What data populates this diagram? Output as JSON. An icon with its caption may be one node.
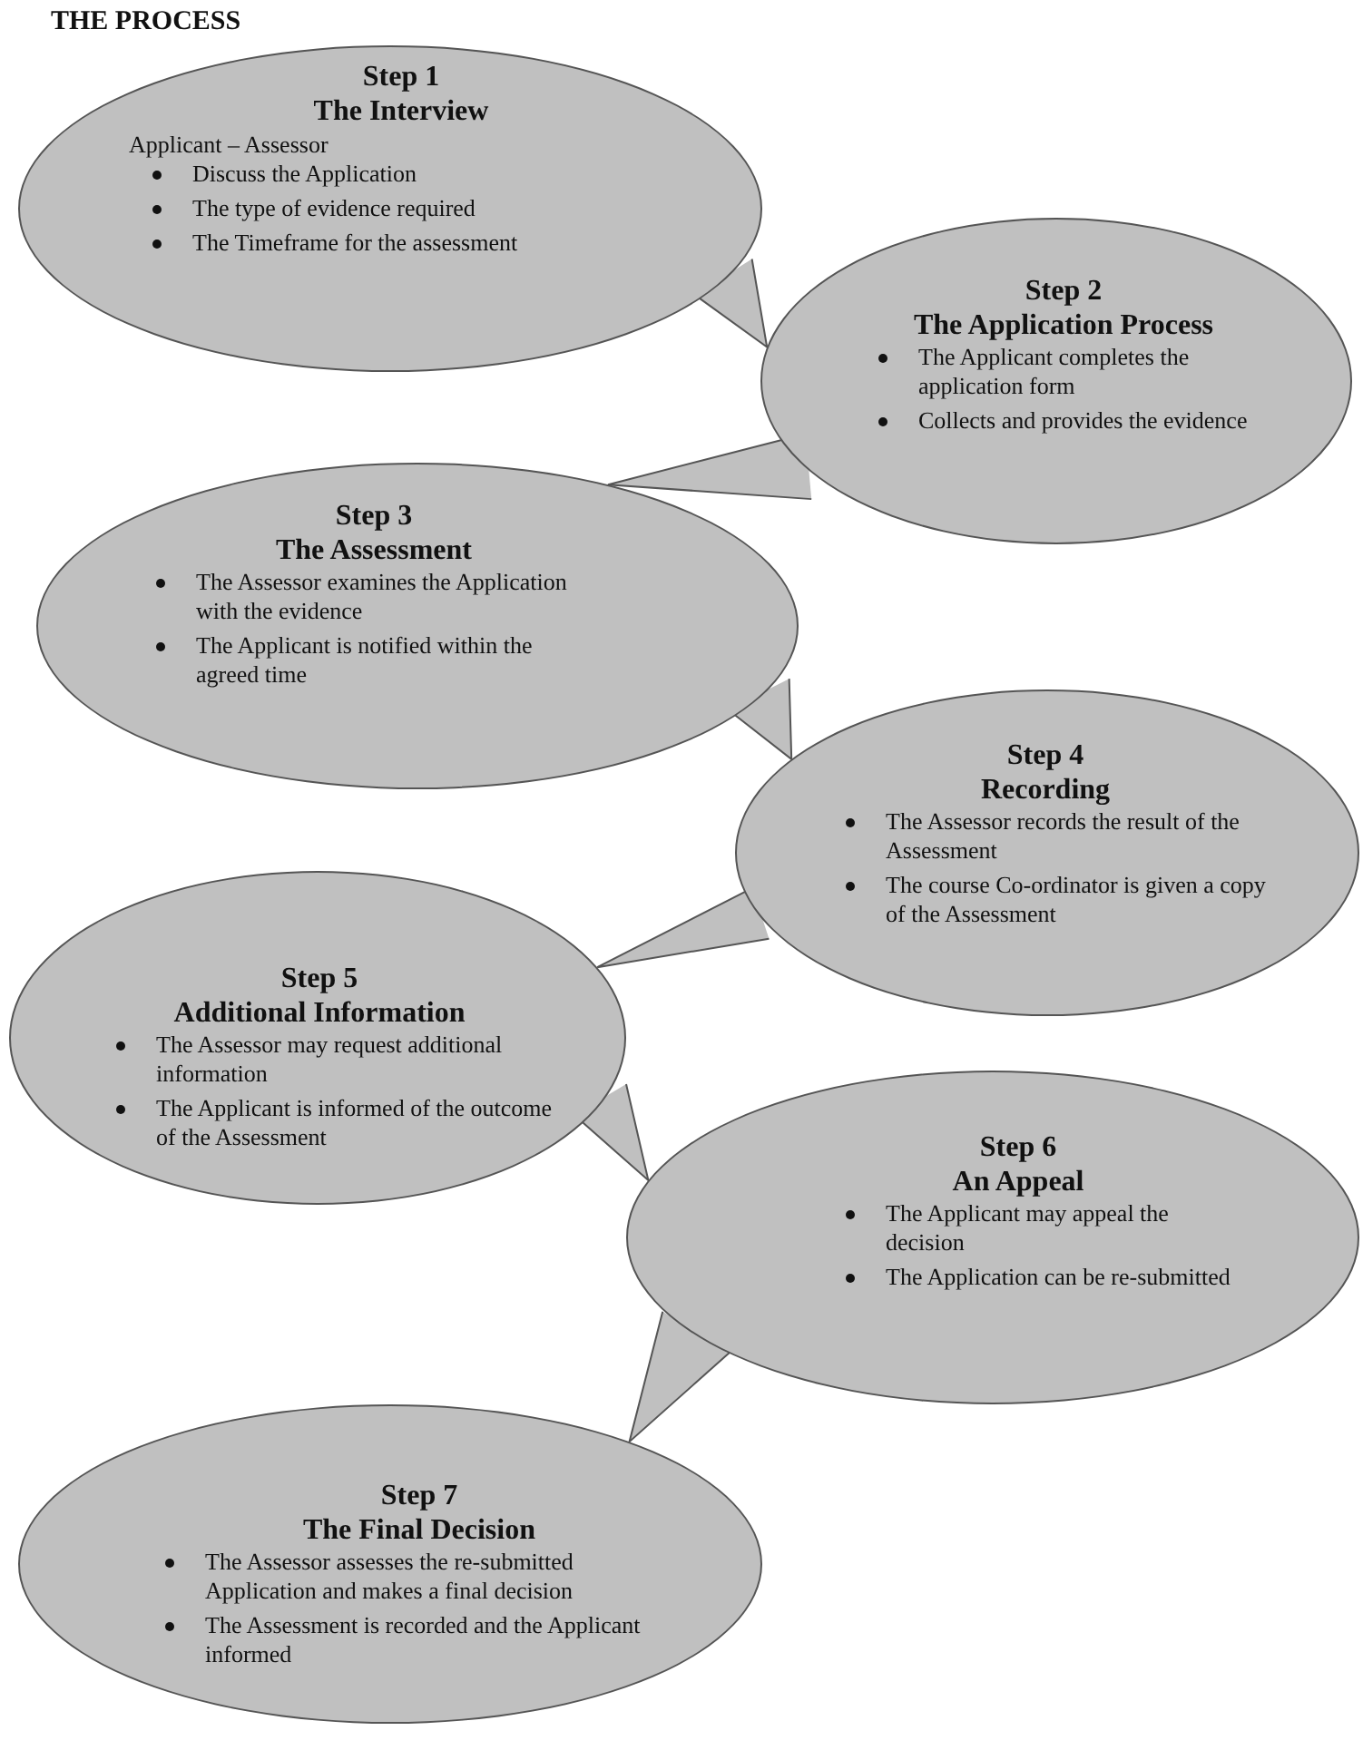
{
  "diagram": {
    "title": "THE PROCESS",
    "nodes": [
      {
        "text": [
          "Step 1",
          "The Interview",
          "Applicant – Assessor",
          "Discuss the Application",
          "The type of evidence required",
          "The Timeframe for the assessment"
        ]
      },
      {
        "text": [
          "Step 2",
          "The Application Process",
          "The Applicant completes the application form",
          "Collects and provides the evidence"
        ]
      },
      {
        "text": [
          "Step 3",
          "The Assessment",
          "The Assessor examines the Application with the evidence",
          "The Applicant is notified within the agreed time"
        ]
      },
      {
        "text": [
          "Step 4",
          "Recording",
          "The Assessor records the result of the Assessment",
          "The course Co-ordinator is given a copy of the Assessment"
        ]
      },
      {
        "text": [
          "Step 5",
          "Additional Information",
          "The Assessor may request additional information",
          "The Applicant is informed of the outcome of the Assessment"
        ]
      },
      {
        "text": [
          "Step 6",
          "An Appeal",
          "The Applicant may appeal the decision",
          "The Application can be re-submitted"
        ]
      },
      {
        "text": [
          "Step 7",
          "The Final Decision",
          "The Assessor assesses the re-submitted Application and makes a final decision",
          "The Assessment is recorded and the Applicant informed"
        ]
      }
    ],
    "edges": [
      {
        "from": 0,
        "to": 1,
        "arrow": "to"
      },
      {
        "from": 1,
        "to": 2,
        "arrow": "to"
      },
      {
        "from": 2,
        "to": 3,
        "arrow": "to"
      },
      {
        "from": 3,
        "to": 4,
        "arrow": "to"
      },
      {
        "from": 4,
        "to": 5,
        "arrow": "to"
      },
      {
        "from": 5,
        "to": 6,
        "arrow": "to"
      }
    ]
  }
}
